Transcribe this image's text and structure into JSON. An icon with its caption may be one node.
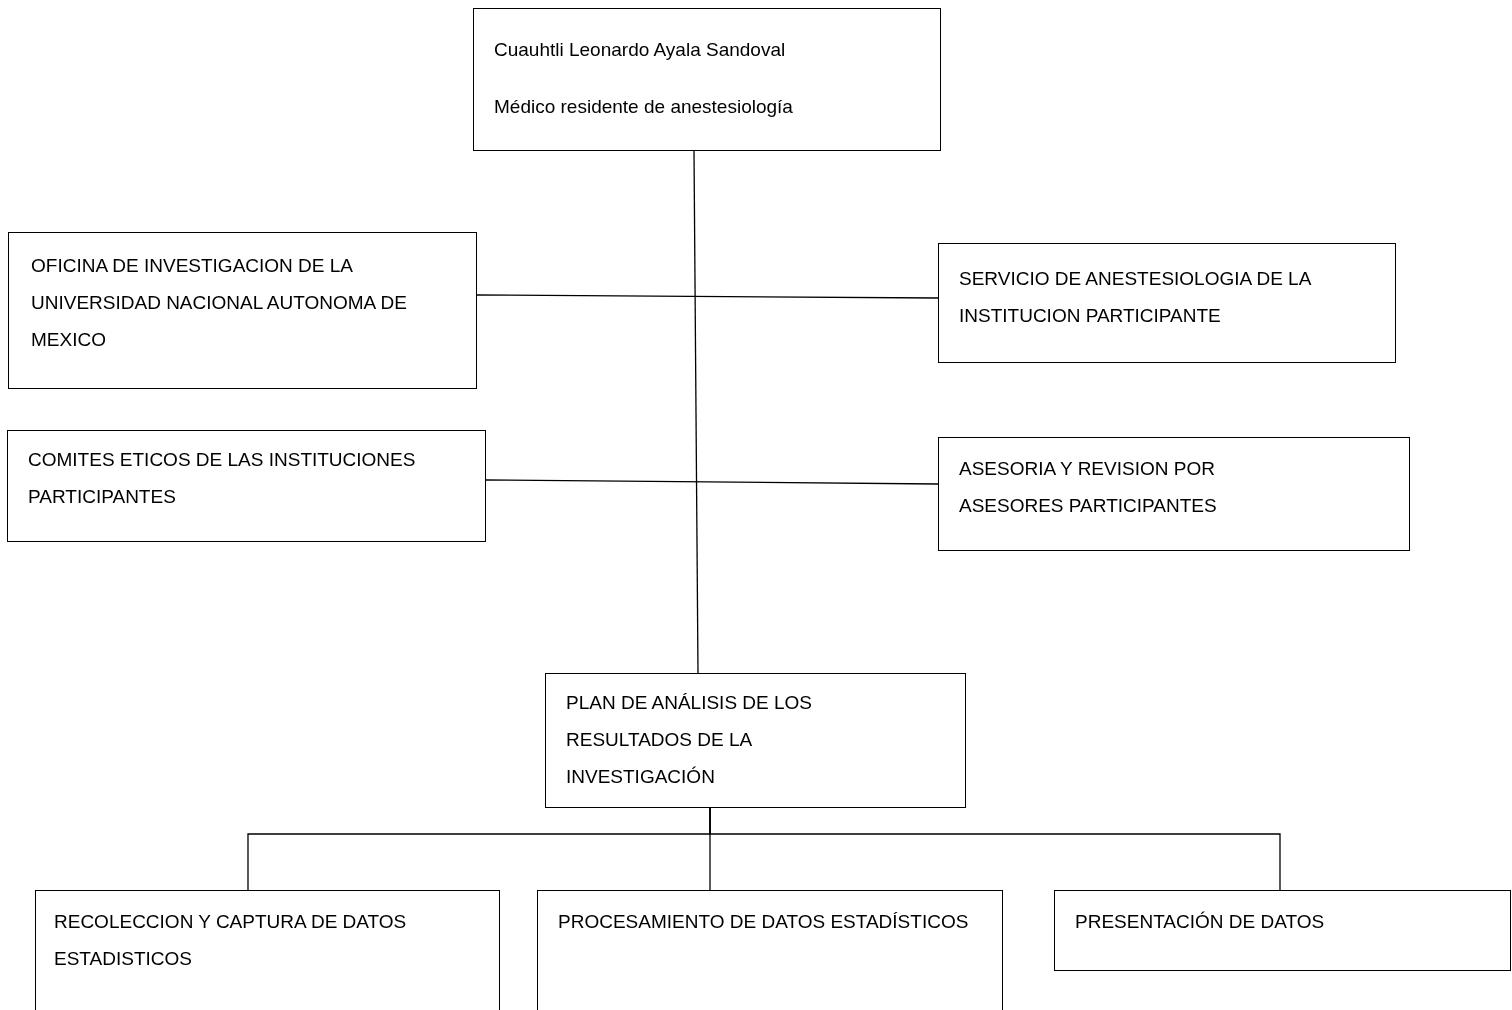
{
  "diagram": {
    "nodes": [
      {
        "text": [
          "Cuauhtli Leonardo Ayala Sandoval",
          "Médico residente de anestesiología"
        ]
      },
      {
        "text": [
          "OFICINA DE INVESTIGACION DE LA UNIVERSIDAD NACIONAL AUTONOMA DE MEXICO"
        ]
      },
      {
        "text": [
          "SERVICIO DE ANESTESIOLOGIA DE LA INSTITUCION PARTICIPANTE"
        ]
      },
      {
        "text": [
          "COMITES ETICOS DE LAS INSTITUCIONES PARTICIPANTES"
        ]
      },
      {
        "text": [
          "ASESORIA Y REVISION POR ASESORES PARTICIPANTES"
        ]
      },
      {
        "text": [
          "PLAN DE ANÁLISIS DE LOS RESULTADOS DE LA INVESTIGACIÓN"
        ]
      },
      {
        "text": [
          "RECOLECCION Y CAPTURA DE DATOS ESTADISTICOS"
        ]
      },
      {
        "text": [
          "PROCESAMIENTO DE DATOS ESTADÍSTICOS"
        ]
      },
      {
        "text": [
          "PRESENTACIÓN DE DATOS"
        ]
      }
    ],
    "edges": [
      {
        "from": 0,
        "to": 5,
        "arrow": "none"
      },
      {
        "from": 1,
        "to": 2,
        "arrow": "none"
      },
      {
        "from": 3,
        "to": 4,
        "arrow": "none"
      },
      {
        "from": 5,
        "to": 6,
        "arrow": "none"
      },
      {
        "from": 5,
        "to": 7,
        "arrow": "none"
      },
      {
        "from": 5,
        "to": 8,
        "arrow": "none"
      }
    ]
  }
}
